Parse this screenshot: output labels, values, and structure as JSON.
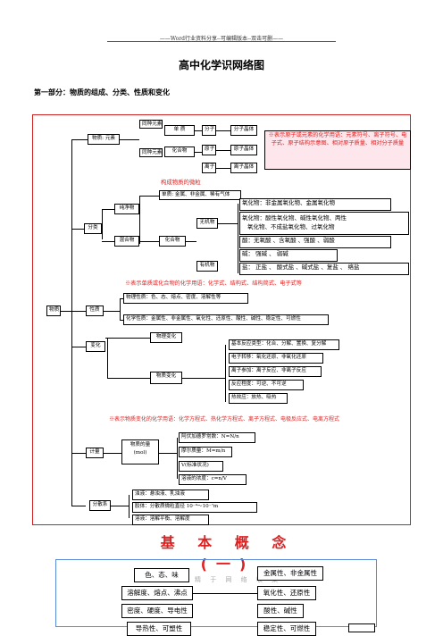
{
  "header": "——Word行业资料分享--可编辑版本--双击可删——",
  "title": "高中化学识网络图",
  "section": "第一部分：物质的组成、分类、性质和变化",
  "nodes": {
    "root": "物质",
    "composition": "物质: 元素",
    "same_element": "同种元素",
    "simple_substance": "单  质",
    "compound": "化合物",
    "compound_made": "化合物",
    "molecule": "分子",
    "atom": "原子",
    "ion": "离子",
    "molecular_crystal": "分子晶体",
    "atomic_crystal": "原子晶体",
    "ionic_crystal": "离子晶体",
    "classify": "分类",
    "pure": "纯净物",
    "mixture": "混合物",
    "elements_line": "单质: 金属、非金属、稀有气体",
    "compound2": "化合物",
    "inorganic": "无机物",
    "organic": "有机物",
    "property": "性质",
    "change": "变化",
    "physical_change": "物理变化",
    "chemical_change": "物质变化",
    "measure": "计量",
    "amount": "物质的量",
    "mol": "(mol)",
    "dispersion": "分散系"
  },
  "notes": {
    "element_terms": "※表示原子或元素的化学用语：元素符号、离子符号、电子式、原子结构示意图、相对原子质量、相对分子质量",
    "substance_build": "构成物质的微粒",
    "compound_terms": "※表示单质或化合物的化学用语：化学式、结构式、结构简式、电子式等",
    "change_terms": "※表示物质变化的化学用语：化学方程式、热化学方程式、离子方程式、电极反应式、电离方程式"
  },
  "inorganic_items": [
    "氧化物：非金属氧化物、金属氧化物",
    "氧化物：酸性氧化物、碱性氧化物、两性",
    "氧化物、不成盐氧化物、过氧化物",
    "酸：无氧酸 、含氧酸 、强酸 、弱酸",
    "碱： 强碱 、 弱碱",
    "盐： 正盐 、 酸式盐 、碱式盐 、复盐 、 络盐"
  ],
  "properties": [
    "物理性质：色、态、熔点、密度、溶解性等",
    "化学性质：金属性、非金属性、氧化性、还原性、酸性、碱性、稳定性、可燃性"
  ],
  "reactions": [
    "基本反应类型：化合、分解、置换、复分解",
    "电子转移：氧化还原、非氧化还原",
    "离子参加：离子反应、非离子反应",
    "反应程度：可逆、不可逆",
    "热效应：放热、吸热"
  ],
  "measure_items": [
    "阿伏加德罗常数：N=N/n",
    "摩尔质量：M=m/n",
    "V(标准状况)",
    "溶液的浓度：c=n/V"
  ],
  "dispersion_items": [
    "浊液：悬浊液、乳浊液",
    "胶体：分散质微粒直径 10⁻⁹～10⁻⁷m",
    "溶液：溶解平衡、溶解度"
  ],
  "banner": "基 本 概 念 (一)",
  "watermark": "精 于 网 络 收 集",
  "concepts_left": [
    "色、态、味",
    "溶解度、熔点、沸点",
    "密度、硬度、导电性",
    "导热性、可塑性"
  ],
  "concepts_right": [
    "金属性、非金属性",
    "氧化性、还原性",
    "酸性、碱性",
    "稳定性、可燃性"
  ]
}
